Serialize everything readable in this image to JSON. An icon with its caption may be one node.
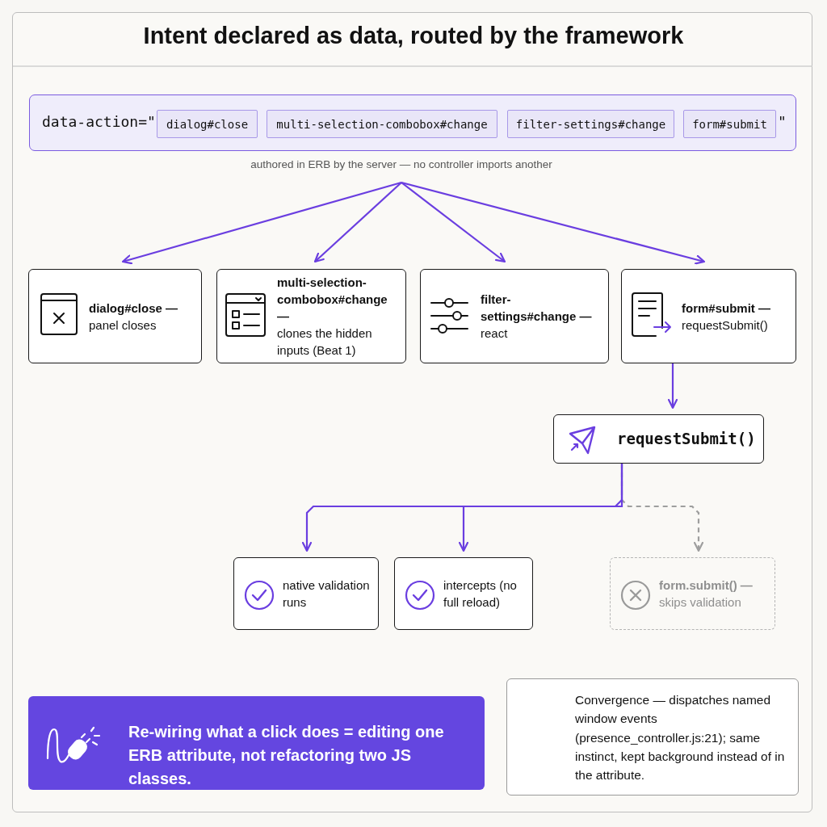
{
  "diagram": {
    "title": "Intent declared as data, routed by the framework",
    "nodes": [
      {
        "text": [
          "data-action=\"",
          "\""
        ]
      },
      {
        "text": [
          "dialog#close"
        ],
        "in": 0
      },
      {
        "text": [
          "multi-selection-combobox#change"
        ],
        "in": 0
      },
      {
        "text": [
          "filter-settings#change"
        ],
        "in": 0
      },
      {
        "text": [
          "form#submit"
        ],
        "in": 0
      },
      {
        "text": [
          "authored in ERB by the server — no controller imports another"
        ]
      },
      {
        "text": [
          "dialog#close —",
          "panel closes"
        ]
      },
      {
        "text": [
          "multi-selection-combobox#change —",
          "clones the hidden inputs (Beat 1)"
        ]
      },
      {
        "text": [
          "filter-settings#change —",
          "react"
        ]
      },
      {
        "text": [
          "form#submit —",
          "requestSubmit()"
        ]
      },
      {
        "text": [
          "requestSubmit()"
        ]
      },
      {
        "text": [
          "native validation runs"
        ]
      },
      {
        "text": [
          "intercepts (no full reload)"
        ]
      },
      {
        "text": [
          "form.submit() —",
          "skips validation"
        ]
      },
      {
        "text": [
          "Re-wiring what a click does = editing one ERB attribute, not refactoring two JS classes."
        ]
      },
      {
        "text": [
          "Convergence — dispatches named window events (presence_controller.js:21); same instinct, kept background instead of in the attribute."
        ]
      }
    ],
    "edges": [
      {
        "from": 5,
        "to": 6,
        "arrow": "to"
      },
      {
        "from": 5,
        "to": 7,
        "arrow": "to"
      },
      {
        "from": 5,
        "to": 8,
        "arrow": "to"
      },
      {
        "from": 5,
        "to": 9,
        "arrow": "to"
      },
      {
        "from": 9,
        "to": 10,
        "arrow": "to"
      },
      {
        "from": 10,
        "to": 11,
        "arrow": "to"
      },
      {
        "from": 10,
        "to": 12,
        "arrow": "to"
      },
      {
        "from": 10,
        "to": 13,
        "arrow": "to",
        "style": "dashed",
        "color": "#9e9e9e"
      }
    ]
  }
}
